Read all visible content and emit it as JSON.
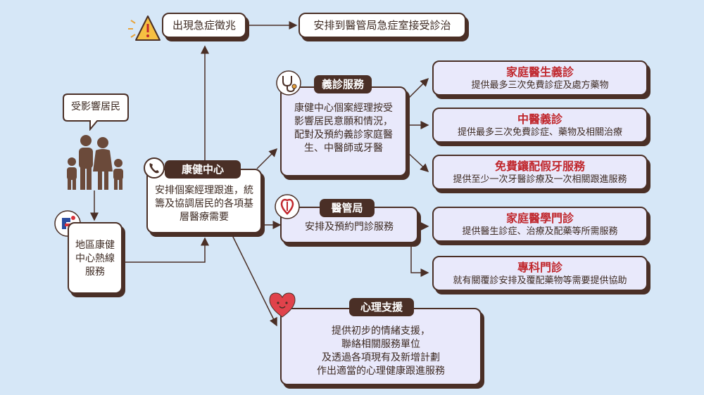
{
  "warning": {
    "label": "出現急症徵兆"
  },
  "ae": {
    "label": "安排到醫管局急症室接受診治"
  },
  "residents": {
    "label": "受影響居民"
  },
  "hotline": {
    "label": "地區康健中心熱線服務"
  },
  "dhc": {
    "tag": "康健中心",
    "text": "安排個案經理跟進，統籌及協調居民的各項基層醫療需要"
  },
  "volunteer": {
    "tag": "義診服務",
    "text": "康健中心個案經理按受影響居民意願和情況，配對及預約義診家庭醫生、中醫師或牙醫"
  },
  "ha": {
    "tag": "醫管局",
    "text": "安排及預約門診服務"
  },
  "mental": {
    "tag": "心理支援",
    "lines": [
      "提供初步的情緒支援，",
      "聯絡相關服務單位",
      "及透過各項現有及新增計劃",
      "作出適當的心理健康跟進服務"
    ]
  },
  "services": [
    {
      "title": "家庭醫生義診",
      "desc": "提供最多三次免費診症及處方藥物"
    },
    {
      "title": "中醫義診",
      "desc": "提供最多三次免費診症、藥物及相關治療"
    },
    {
      "title": "免費鑲配假牙服務",
      "desc": "提供至少一次牙醫診療及一次相關跟進服務"
    },
    {
      "title": "家庭醫學門診",
      "desc": "提供醫生診症、治療及配藥等所需服務"
    },
    {
      "title": "專科門診",
      "desc": "就有關覆診安排及覆配藥物等需要提供協助"
    }
  ],
  "colors": {
    "background": "#d6e7f7",
    "border": "#4a2f26",
    "accent_red": "#c0272d",
    "lavender": "#e9e9fb"
  },
  "icons": [
    "warning-icon",
    "speech-bubble-icon",
    "family-icon",
    "hotline-logo-icon",
    "phone-icon",
    "stethoscope-icon",
    "ha-logo-icon",
    "heart-icon"
  ]
}
